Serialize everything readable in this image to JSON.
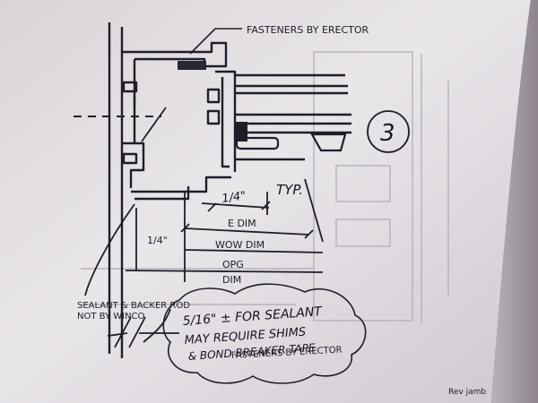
{
  "diagram": {
    "labels": {
      "fasteners_top": "FASTENERS BY ERECTOR",
      "detail_number": "3",
      "dim_quarter_upper": "1/4\"",
      "typ": "TYP.",
      "edim": "E DIM",
      "dim_quarter_left": "1/4\"",
      "wow_dim": "WOW DIM",
      "opg_line1": "OPG",
      "opg_line2": "DIM",
      "sealant_line1": "SEALANT & BACKER ROD",
      "sealant_line2": "NOT BY WINCO",
      "note_line1": "5/16\" ± FOR SEALANT",
      "note_line2": "MAY REQUIRE SHIMS",
      "note_line3": "& BOND BREAKER TAPE",
      "note_line4": "FASTENERS BY ERECTOR",
      "corner_text": "Rev jamb"
    }
  }
}
